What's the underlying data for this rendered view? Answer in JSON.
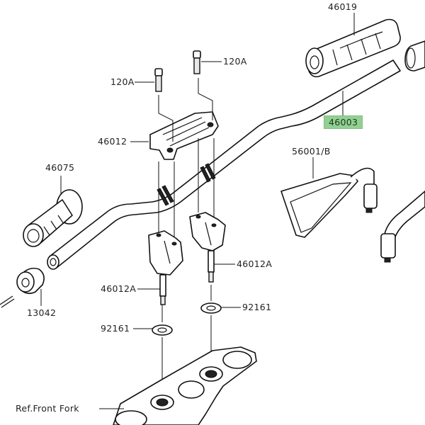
{
  "diagram": {
    "title": "Handlebar assembly parts diagram",
    "highlight_color": "#93cf93",
    "labels": {
      "handlebar": "46003",
      "throttle_grip": "46019",
      "left_grip": "46075",
      "upper_clamp": "46012",
      "bolt_left": "120A",
      "bolt_right": "120A",
      "mirror": "56001/B",
      "riser_left": "46012A",
      "riser_right": "46012A",
      "washer_left": "92161",
      "washer_right": "92161",
      "bar_end": "13042",
      "front_fork_ref": "Ref.Front Fork"
    },
    "highlighted_part": "46003"
  }
}
